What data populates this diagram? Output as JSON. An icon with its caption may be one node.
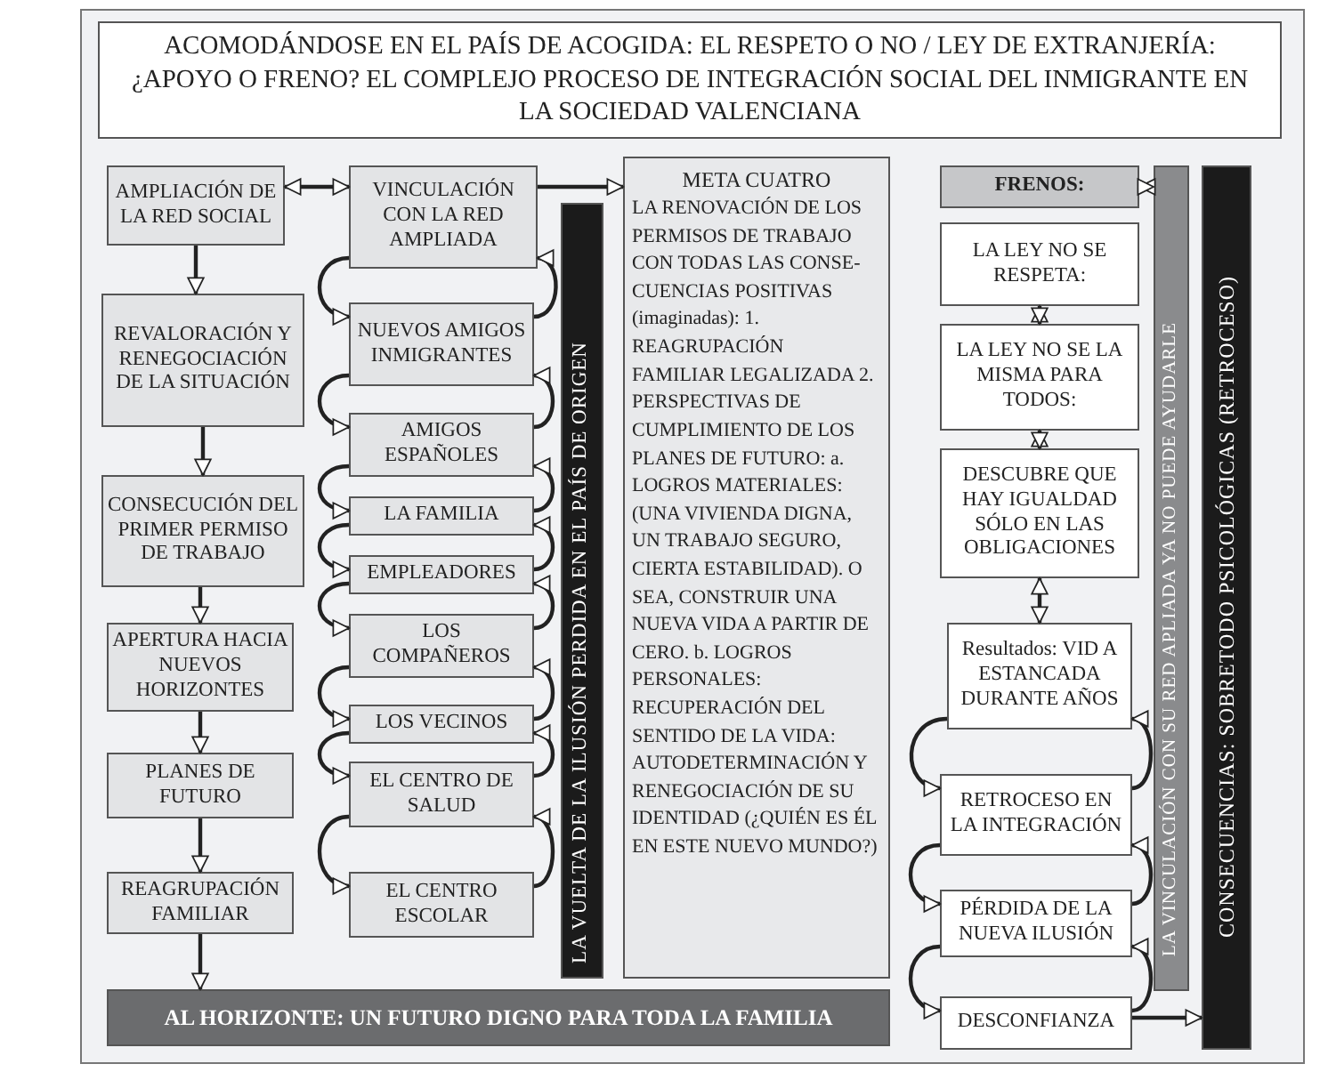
{
  "diagram": {
    "title": "ACOMODÁNDOSE EN EL PAÍS DE ACOGIDA: EL RESPETO O NO / LEY DE EXTRANJERÍA: ¿APOYO O FRENO? EL COMPLEJO PROCESO DE INTEGRACIÓN SOCIAL DEL INMIGRANTE EN LA SOCIEDAD VALENCIANA",
    "nodes": [
      {
        "text": [
          "AMPLIACIÓN DE LA RED SOCIAL"
        ]
      },
      {
        "text": [
          "REVALORACIÓN Y RENEGOCIACIÓN DE LA SITUACIÓN"
        ]
      },
      {
        "text": [
          "CONSECUCIÓN DEL PRIMER PERMISO DE TRABAJO"
        ]
      },
      {
        "text": [
          "APERTURA HACIA NUEVOS HORIZONTES"
        ]
      },
      {
        "text": [
          "PLANES DE FUTURO"
        ]
      },
      {
        "text": [
          "REAGRUPACIÓN FAMILIAR"
        ]
      },
      {
        "text": [
          "VINCULACIÓN CON LA RED AMPLIADA"
        ]
      },
      {
        "text": [
          "NUEVOS AMIGOS INMIGRANTES"
        ]
      },
      {
        "text": [
          "AMIGOS ESPAÑOLES"
        ]
      },
      {
        "text": [
          "LA FAMILIA"
        ]
      },
      {
        "text": [
          "EMPLEADORES"
        ]
      },
      {
        "text": [
          "LOS COMPAÑEROS"
        ]
      },
      {
        "text": [
          "LOS VECINOS"
        ]
      },
      {
        "text": [
          "EL CENTRO DE SALUD"
        ]
      },
      {
        "text": [
          "EL CENTRO ESCOLAR"
        ]
      },
      {
        "text": [
          "LA VUELTA DE LA ILUSIÓN PERDIDA EN EL PAÍS DE ORIGEN"
        ]
      },
      {
        "text": [
          "META CUATRO",
          "LA RENOVACIÓN DE LOS PERMISOS DE TRABAJO CON TODAS LAS CONSE- CUENCIAS POSITIVAS (imaginadas): 1. REAGRUPACIÓN FAMILIAR LEGALIZADA 2. PERSPECTIVAS DE CUMPLIMIENTO DE LOS PLANES DE FUTURO: a. LOGROS MATERIALES: (UNA VIVIENDA DIGNA, UN TRABAJO SEGURO, CIERTA ESTABILIDAD). O SEA, CONSTRUIR UNA NUEVA VIDA A PARTIR DE CERO. b. LOGROS PERSONALES: RECUPERACIÓN DEL SENTIDO DE LA VIDA: AUTODETERMINACIÓN Y RENEGOCIACIÓN DE SU IDENTIDAD (¿QUIÉN ES ÉL EN ESTE NUEVO MUNDO?)"
        ]
      },
      {
        "text": [
          "AL HORIZONTE: UN FUTURO DIGNO PARA TODA LA FAMILIA"
        ]
      },
      {
        "text": [
          "FRENOS:"
        ]
      },
      {
        "text": [
          "LA LEY NO SE RESPETA:"
        ]
      },
      {
        "text": [
          "LA LEY NO SE LA MISMA PARA TODOS:"
        ]
      },
      {
        "text": [
          "DESCUBRE QUE HAY IGUALDAD SÓLO EN LAS OBLIGACIONES"
        ]
      },
      {
        "text": [
          "Resultados: VID A ESTANCADA DURANTE AÑOS"
        ]
      },
      {
        "text": [
          "RETROCESO EN LA INTEGRACIÓN"
        ]
      },
      {
        "text": [
          "PÉRDIDA DE LA NUEVA ILUSIÓN"
        ]
      },
      {
        "text": [
          "DESCONFIANZA"
        ]
      },
      {
        "text": [
          "LA VINCULACIÓN CON SU RED APLIADA YA NO PUEDE AYUDARLE"
        ]
      },
      {
        "text": [
          "CONSECUENCIAS: SOBRETODO PSICOLÓGICAS (RETROCESO)"
        ]
      }
    ],
    "edges": [
      {
        "from": 0,
        "to": 6,
        "arrow": "both"
      },
      {
        "from": 0,
        "to": 1,
        "arrow": "to"
      },
      {
        "from": 1,
        "to": 2,
        "arrow": "to"
      },
      {
        "from": 2,
        "to": 3,
        "arrow": "to"
      },
      {
        "from": 3,
        "to": 4,
        "arrow": "to"
      },
      {
        "from": 4,
        "to": 5,
        "arrow": "to"
      },
      {
        "from": 5,
        "to": 17,
        "arrow": "to"
      },
      {
        "from": 6,
        "to": 16,
        "arrow": "to"
      },
      {
        "from": 6,
        "to": 7,
        "arrow": "to"
      },
      {
        "from": 7,
        "to": 6,
        "arrow": "to"
      },
      {
        "from": 7,
        "to": 8,
        "arrow": "to"
      },
      {
        "from": 8,
        "to": 7,
        "arrow": "to"
      },
      {
        "from": 8,
        "to": 9,
        "arrow": "to"
      },
      {
        "from": 9,
        "to": 8,
        "arrow": "to"
      },
      {
        "from": 9,
        "to": 10,
        "arrow": "to"
      },
      {
        "from": 10,
        "to": 9,
        "arrow": "to"
      },
      {
        "from": 10,
        "to": 11,
        "arrow": "to"
      },
      {
        "from": 11,
        "to": 10,
        "arrow": "to"
      },
      {
        "from": 11,
        "to": 12,
        "arrow": "to"
      },
      {
        "from": 12,
        "to": 11,
        "arrow": "to"
      },
      {
        "from": 12,
        "to": 13,
        "arrow": "to"
      },
      {
        "from": 13,
        "to": 12,
        "arrow": "to"
      },
      {
        "from": 13,
        "to": 14,
        "arrow": "to"
      },
      {
        "from": 14,
        "to": 13,
        "arrow": "to"
      },
      {
        "from": 18,
        "to": 26,
        "arrow": "both"
      },
      {
        "from": 19,
        "to": 20,
        "arrow": "both"
      },
      {
        "from": 20,
        "to": 21,
        "arrow": "both"
      },
      {
        "from": 21,
        "to": 22,
        "arrow": "both"
      },
      {
        "from": 22,
        "to": 23,
        "arrow": "to"
      },
      {
        "from": 23,
        "to": 22,
        "arrow": "to"
      },
      {
        "from": 23,
        "to": 24,
        "arrow": "to"
      },
      {
        "from": 24,
        "to": 23,
        "arrow": "to"
      },
      {
        "from": 24,
        "to": 25,
        "arrow": "to"
      },
      {
        "from": 25,
        "to": 24,
        "arrow": "to"
      },
      {
        "from": 25,
        "to": 27,
        "arrow": "to"
      }
    ]
  }
}
